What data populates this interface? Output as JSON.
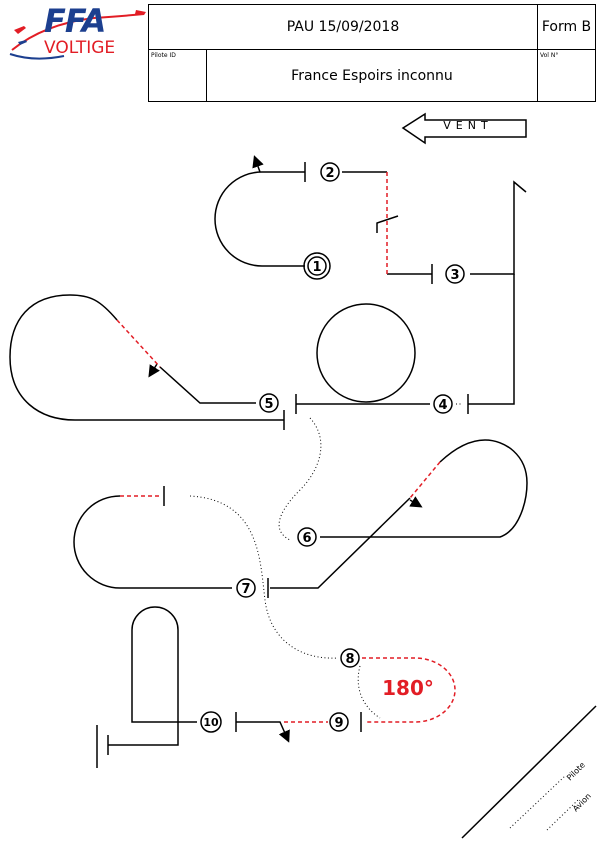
{
  "header": {
    "logo_top": "FFA",
    "logo_bottom": "VOLTIGE",
    "date": "PAU 15/09/2018",
    "form": "Form B",
    "pilot_id_label": "Pilote ID",
    "program_name": "France Espoirs inconnu",
    "vol_label": "Vol N°"
  },
  "wind": {
    "label": "VENT",
    "direction": "left"
  },
  "figures": [
    "1",
    "2",
    "3",
    "4",
    "5",
    "6",
    "7",
    "8",
    "9",
    "10"
  ],
  "rotation_label": "180°",
  "footer": {
    "pilot_label": "Pilote",
    "plane_label": "Avion"
  },
  "colors": {
    "logo_blue": "#1c3f8f",
    "logo_red": "#e21d25",
    "accent_red": "#e21d25",
    "line": "#000000"
  }
}
